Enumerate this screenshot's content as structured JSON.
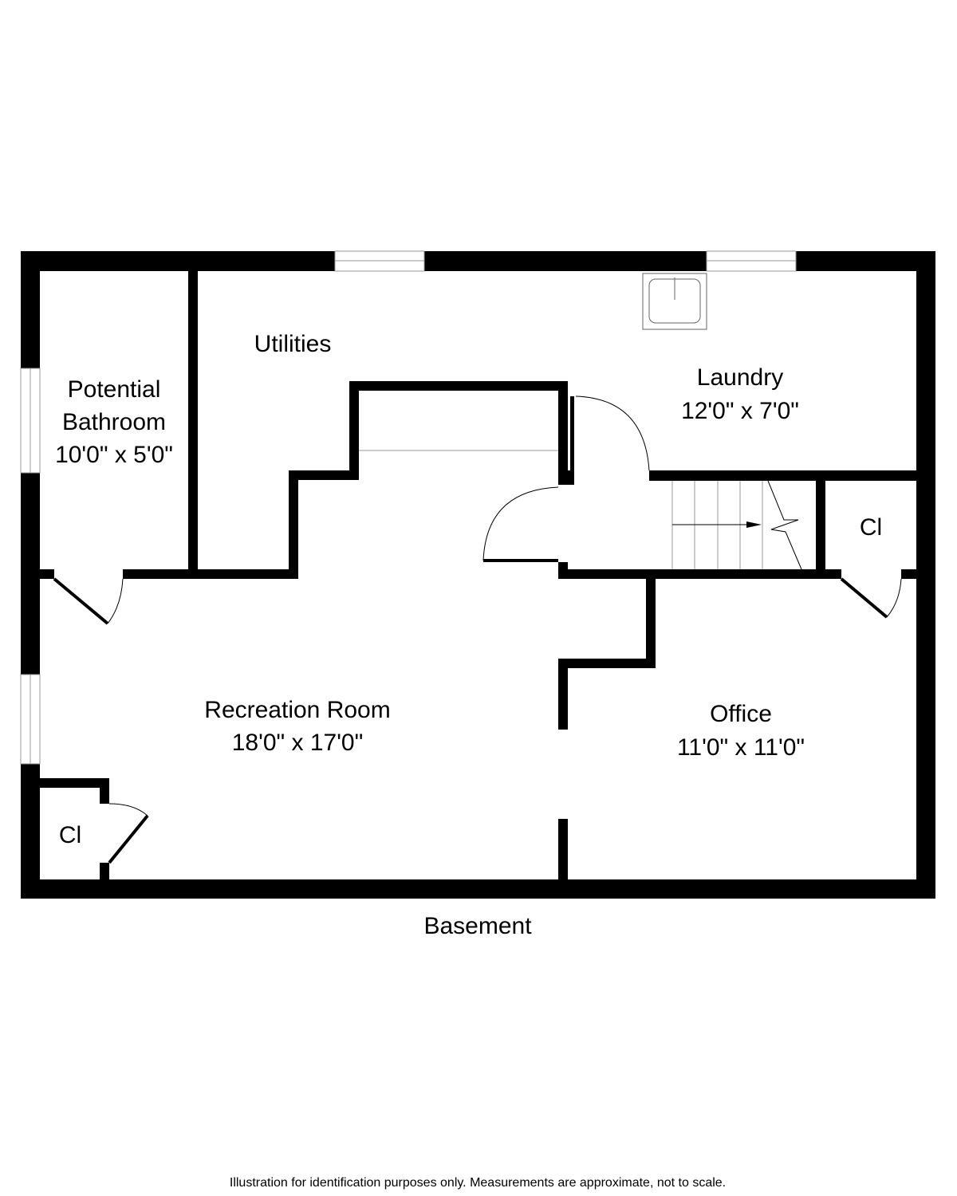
{
  "floor_name": "Basement",
  "disclaimer": "Illustration for identification purposes only. Measurements are approximate, not to scale.",
  "rooms": [
    {
      "name": "Utilities",
      "size": ""
    },
    {
      "name": "Potential",
      "name2": "Bathroom",
      "size": "10'0\" x 5'0\""
    },
    {
      "name": "Laundry",
      "size": "12'0\" x 7'0\""
    },
    {
      "name": "Cl",
      "size": ""
    },
    {
      "name": "Recreation Room",
      "size": "18'0\" x 17'0\""
    },
    {
      "name": "Office",
      "size": "11'0\" x 11'0\""
    },
    {
      "name": "Cl",
      "size": ""
    }
  ]
}
